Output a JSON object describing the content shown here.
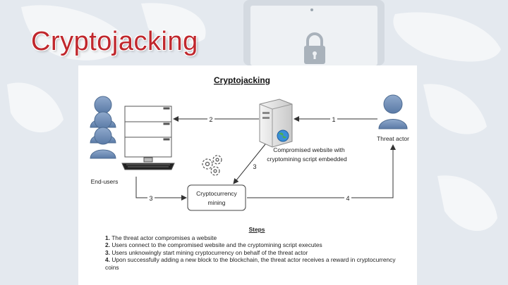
{
  "slide": {
    "title": "Cryptojacking"
  },
  "diagram": {
    "title": "Cryptojacking",
    "labels": {
      "end_users": "End-users",
      "threat_actor": "Threat actor",
      "website_line1": "Compromised website with",
      "website_line2": "cryptomining script embedded",
      "mining_line1": "Cryptocurrency",
      "mining_line2": "mining"
    },
    "edges": {
      "website_to_users": "2",
      "actor_to_website": "1",
      "website_to_mining": "3",
      "users_to_mining": "3",
      "mining_to_actor": "4"
    },
    "steps": {
      "title": "Steps",
      "items": [
        {
          "num": "1.",
          "text": "The threat actor compromises a website"
        },
        {
          "num": "2.",
          "text": "Users connect to the compromised website and the cryptomining script executes"
        },
        {
          "num": "3.",
          "text": "Users unknowingly start mining cryptocurrency on behalf of the threat actor"
        },
        {
          "num": "4.",
          "text": "Upon successfully adding a new block to the blockchain, the threat actor receives a reward in cryptocurrency coins"
        }
      ]
    }
  },
  "colors": {
    "title_red": "#c0272d",
    "person_blue": "#6f8fb8",
    "person_dark": "#4d6b91"
  }
}
